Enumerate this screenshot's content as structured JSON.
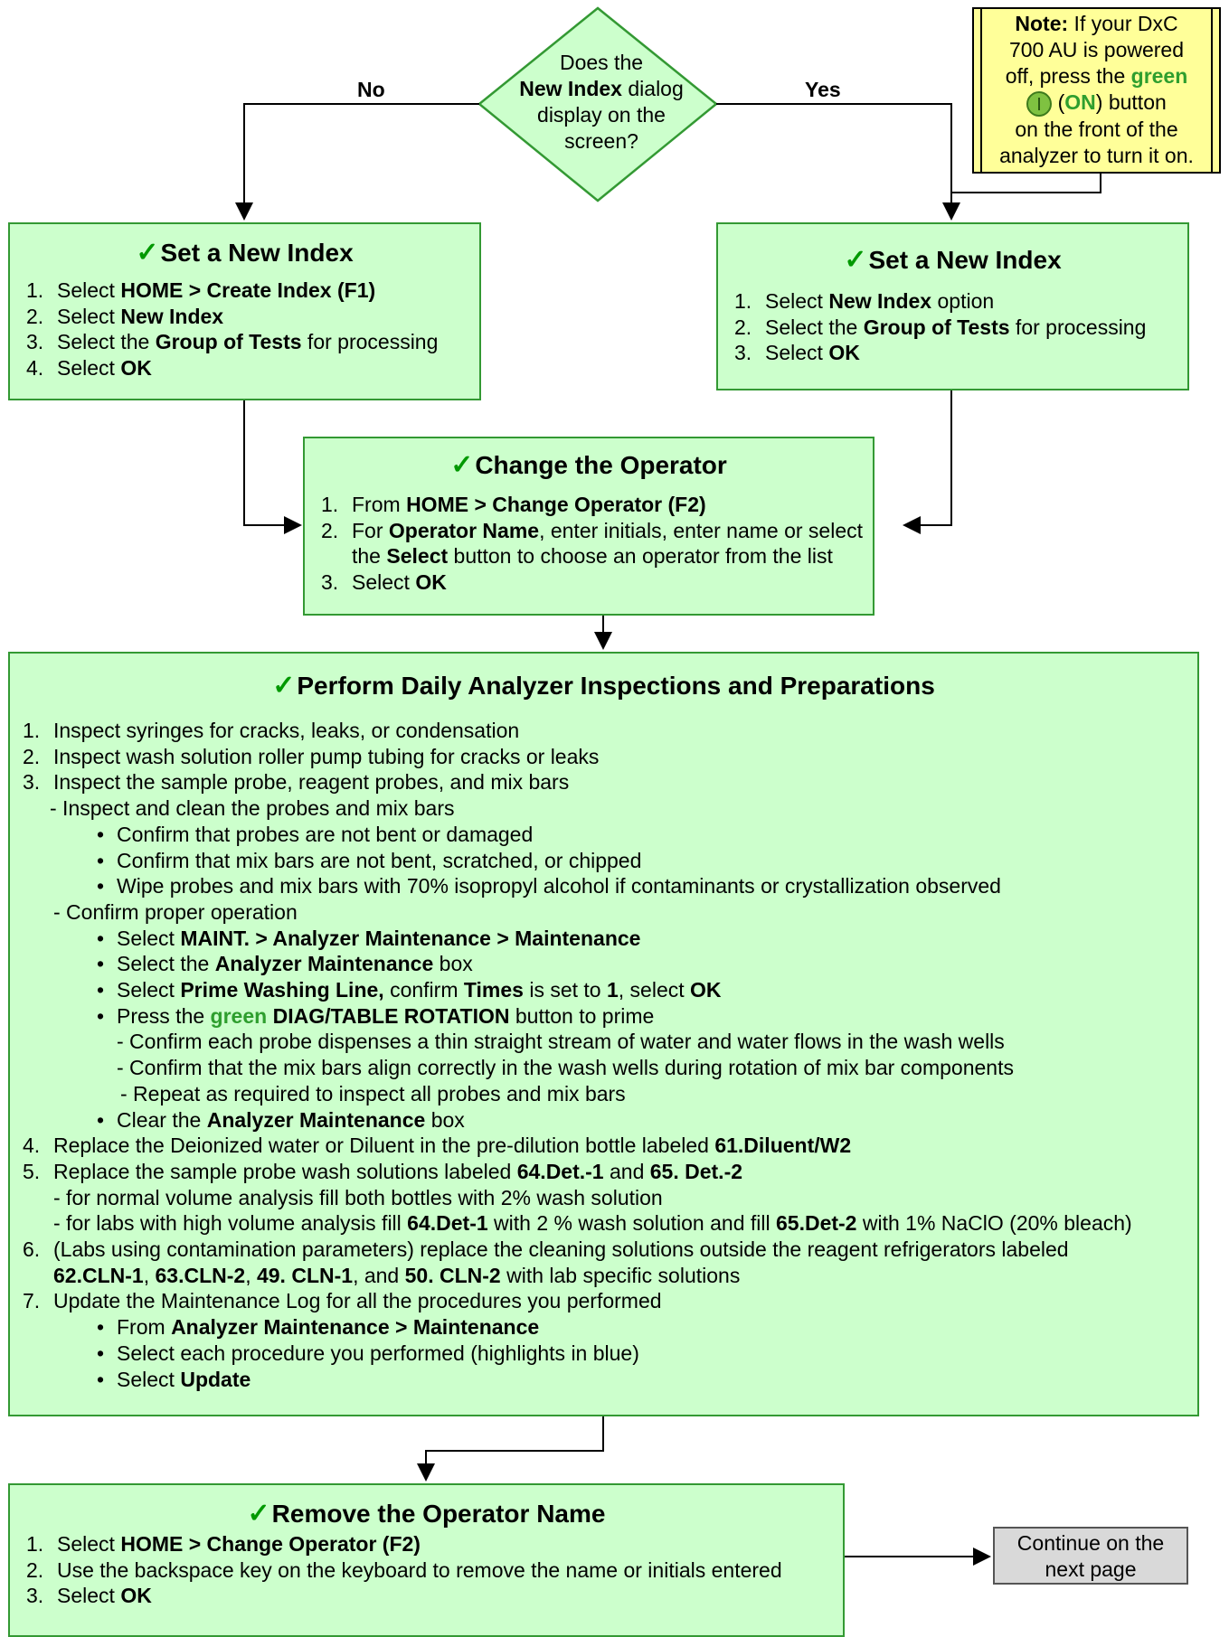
{
  "decision": {
    "line1": "Does the",
    "line2_bold": "New Index",
    "line2_rest": " dialog",
    "line3": "display on the",
    "line4": "screen?",
    "no_label": "No",
    "yes_label": "Yes"
  },
  "note": {
    "bold": "Note:",
    "l1_rest": " If your DxC",
    "l2": "700 AU is powered",
    "l3_pre": "off, press the ",
    "l3_green": "green",
    "l4_on": "ON",
    "l4_rest": " button",
    "l5": "on the front of the",
    "l6": "analyzer to turn it on."
  },
  "left_index": {
    "title": "Set a New Index",
    "steps": [
      {
        "num": "1.",
        "pre": "Select ",
        "bold": "HOME > Create Index (F1)",
        "post": ""
      },
      {
        "num": "2.",
        "pre": "Select ",
        "bold": "New Index",
        "post": ""
      },
      {
        "num": "3.",
        "pre": "Select the ",
        "bold": "Group of Tests",
        "post": " for processing"
      },
      {
        "num": "4.",
        "pre": "Select ",
        "bold": "OK",
        "post": ""
      }
    ]
  },
  "right_index": {
    "title": "Set a New Index",
    "steps": [
      {
        "num": "1.",
        "pre": "Select ",
        "bold": "New Index",
        "post": " option"
      },
      {
        "num": "2.",
        "pre": "Select the ",
        "bold": "Group of Tests",
        "post": " for processing"
      },
      {
        "num": "3.",
        "pre": "Select ",
        "bold": "OK",
        "post": ""
      }
    ]
  },
  "operator": {
    "title": "Change the Operator",
    "s1_num": "1.",
    "s1_pre": "From ",
    "s1_bold": "HOME > Change Operator (F2)",
    "s2_num": "2.",
    "s2_pre": "For ",
    "s2_bold": "Operator Name",
    "s2_mid": ", enter initials, enter name or select",
    "s2_l2_pre": "the ",
    "s2_l2_bold": "Select",
    "s2_l2_post": " button to choose an operator from the list",
    "s3_num": "3.",
    "s3_pre": "Select ",
    "s3_bold": "OK"
  },
  "daily": {
    "title": "Perform Daily Analyzer Inspections and Preparations",
    "s1": "Inspect syringes for cracks, leaks, or condensation",
    "s2": "Inspect wash solution roller pump tubing for cracks or leaks",
    "s3": "Inspect the sample probe, reagent probes, and mix bars",
    "s3_d1": "- Inspect and clean the probes and mix bars",
    "s3_b1": "Confirm that probes are not bent or damaged",
    "s3_b2": "Confirm that mix bars are not bent, scratched, or chipped",
    "s3_b3": "Wipe probes and mix bars with 70% isopropyl alcohol if contaminants or crystallization observed",
    "s3_d2": "- Confirm proper operation",
    "s3_b4_pre": "Select ",
    "s3_b4_bold": "MAINT. > Analyzer Maintenance > Maintenance",
    "s3_b5_pre": "Select the ",
    "s3_b5_bold": "Analyzer Maintenance",
    "s3_b5_post": " box",
    "s3_b6_pre": "Select ",
    "s3_b6_bold": "Prime Washing Line,",
    "s3_b6_mid": " confirm ",
    "s3_b6_bold2": "Times",
    "s3_b6_mid2": " is set to ",
    "s3_b6_bold3": "1",
    "s3_b6_mid3": ", select ",
    "s3_b6_bold4": "OK",
    "s3_b7_pre": "Press the ",
    "s3_b7_green": "green",
    "s3_b7_bold": " DIAG/TABLE ROTATION",
    "s3_b7_post": " button to prime",
    "s3_d3": "- Confirm each probe dispenses a thin straight stream of water and water flows in the wash wells",
    "s3_d4": "- Confirm that the mix bars align correctly in the wash wells during rotation of mix bar components",
    "s3_d5": "- Repeat as required to inspect all probes and mix bars",
    "s3_b8_pre": "Clear the ",
    "s3_b8_bold": "Analyzer Maintenance",
    "s3_b8_post": " box",
    "s4_pre": "Replace the Deionized water or Diluent in the pre-dilution bottle labeled ",
    "s4_bold": "61.Diluent/W2",
    "s5_pre": "Replace the sample probe wash solutions labeled ",
    "s5_bold1": "64.Det.-1",
    "s5_mid": " and ",
    "s5_bold2": "65. Det.-2",
    "s5_d1": "- for normal volume analysis fill both bottles with 2% wash solution",
    "s5_d2_pre": "- for labs with high volume analysis fill ",
    "s5_d2_bold1": "64.Det-1",
    "s5_d2_mid": " with 2 % wash solution and fill ",
    "s5_d2_bold2": "65.Det-2",
    "s5_d2_post": " with 1% NaClO (20% bleach)",
    "s6_l1": "(Labs using contamination parameters) replace the cleaning solutions outside the reagent refrigerators labeled",
    "s6_b1": "62.CLN-1",
    "s6_c1": ", ",
    "s6_b2": "63.CLN-2",
    "s6_c2": ", ",
    "s6_b3": "49. CLN-1",
    "s6_c3": ", and ",
    "s6_b4": "50. CLN-2",
    "s6_post": " with lab specific solutions",
    "s7": "Update the Maintenance Log for all the procedures you performed",
    "s7_b1_pre": "From ",
    "s7_b1_bold": "Analyzer Maintenance > Maintenance",
    "s7_b2": "Select each procedure you performed (highlights in blue)",
    "s7_b3_pre": "Select ",
    "s7_b3_bold": "Update"
  },
  "remove": {
    "title": "Remove the Operator Name",
    "s1_pre": "Select ",
    "s1_bold": "HOME > Change Operator (F2)",
    "s2": "Use the backspace key on the keyboard to remove the name or initials entered",
    "s3_pre": "Select ",
    "s3_bold": "OK"
  },
  "continue": {
    "line1": "Continue on the",
    "line2": "next page"
  },
  "colors": {
    "box_fill": "#ccffcc",
    "box_border": "#339933",
    "note_fill": "#ffff99",
    "check": "#009900"
  }
}
